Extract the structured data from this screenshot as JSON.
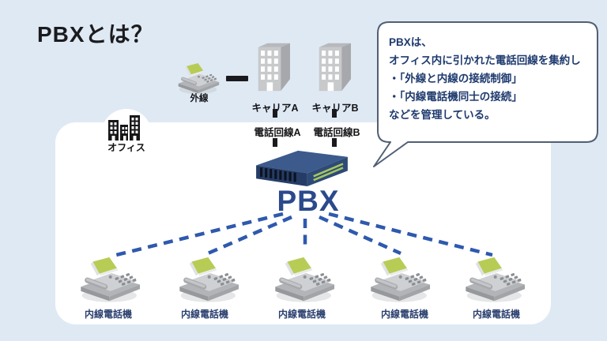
{
  "title": "PBXとは？",
  "speech_bubble": {
    "lines": [
      "PBXは、",
      "オフィス内に引かれた電話回線を集約し",
      "・「外線と内線の接続制御」",
      "・「内線電話機同士の接続」",
      "などを管理している。"
    ]
  },
  "external": {
    "label": "外線"
  },
  "carriers": [
    {
      "name": "キャリアA",
      "line_label": "電話回線A"
    },
    {
      "name": "キャリアB",
      "line_label": "電話回線B"
    }
  ],
  "office": {
    "label": "オフィス"
  },
  "pbx": {
    "label": "PBX"
  },
  "extensions": [
    {
      "label": "内線電話機"
    },
    {
      "label": "内線電話機"
    },
    {
      "label": "内線電話機"
    },
    {
      "label": "内線電話機"
    },
    {
      "label": "内線電話機"
    }
  ],
  "colors": {
    "background": "#dfe9f4",
    "panel": "#ffffff",
    "pbx_navy": "#2b4a8c",
    "dash_blue": "#2e59ad",
    "screen_green": "#b7cc55",
    "bubble_text_navy": "#1e3a6e",
    "extension_label_navy": "#2a3f6e",
    "connector_black": "#1a1a1e"
  }
}
